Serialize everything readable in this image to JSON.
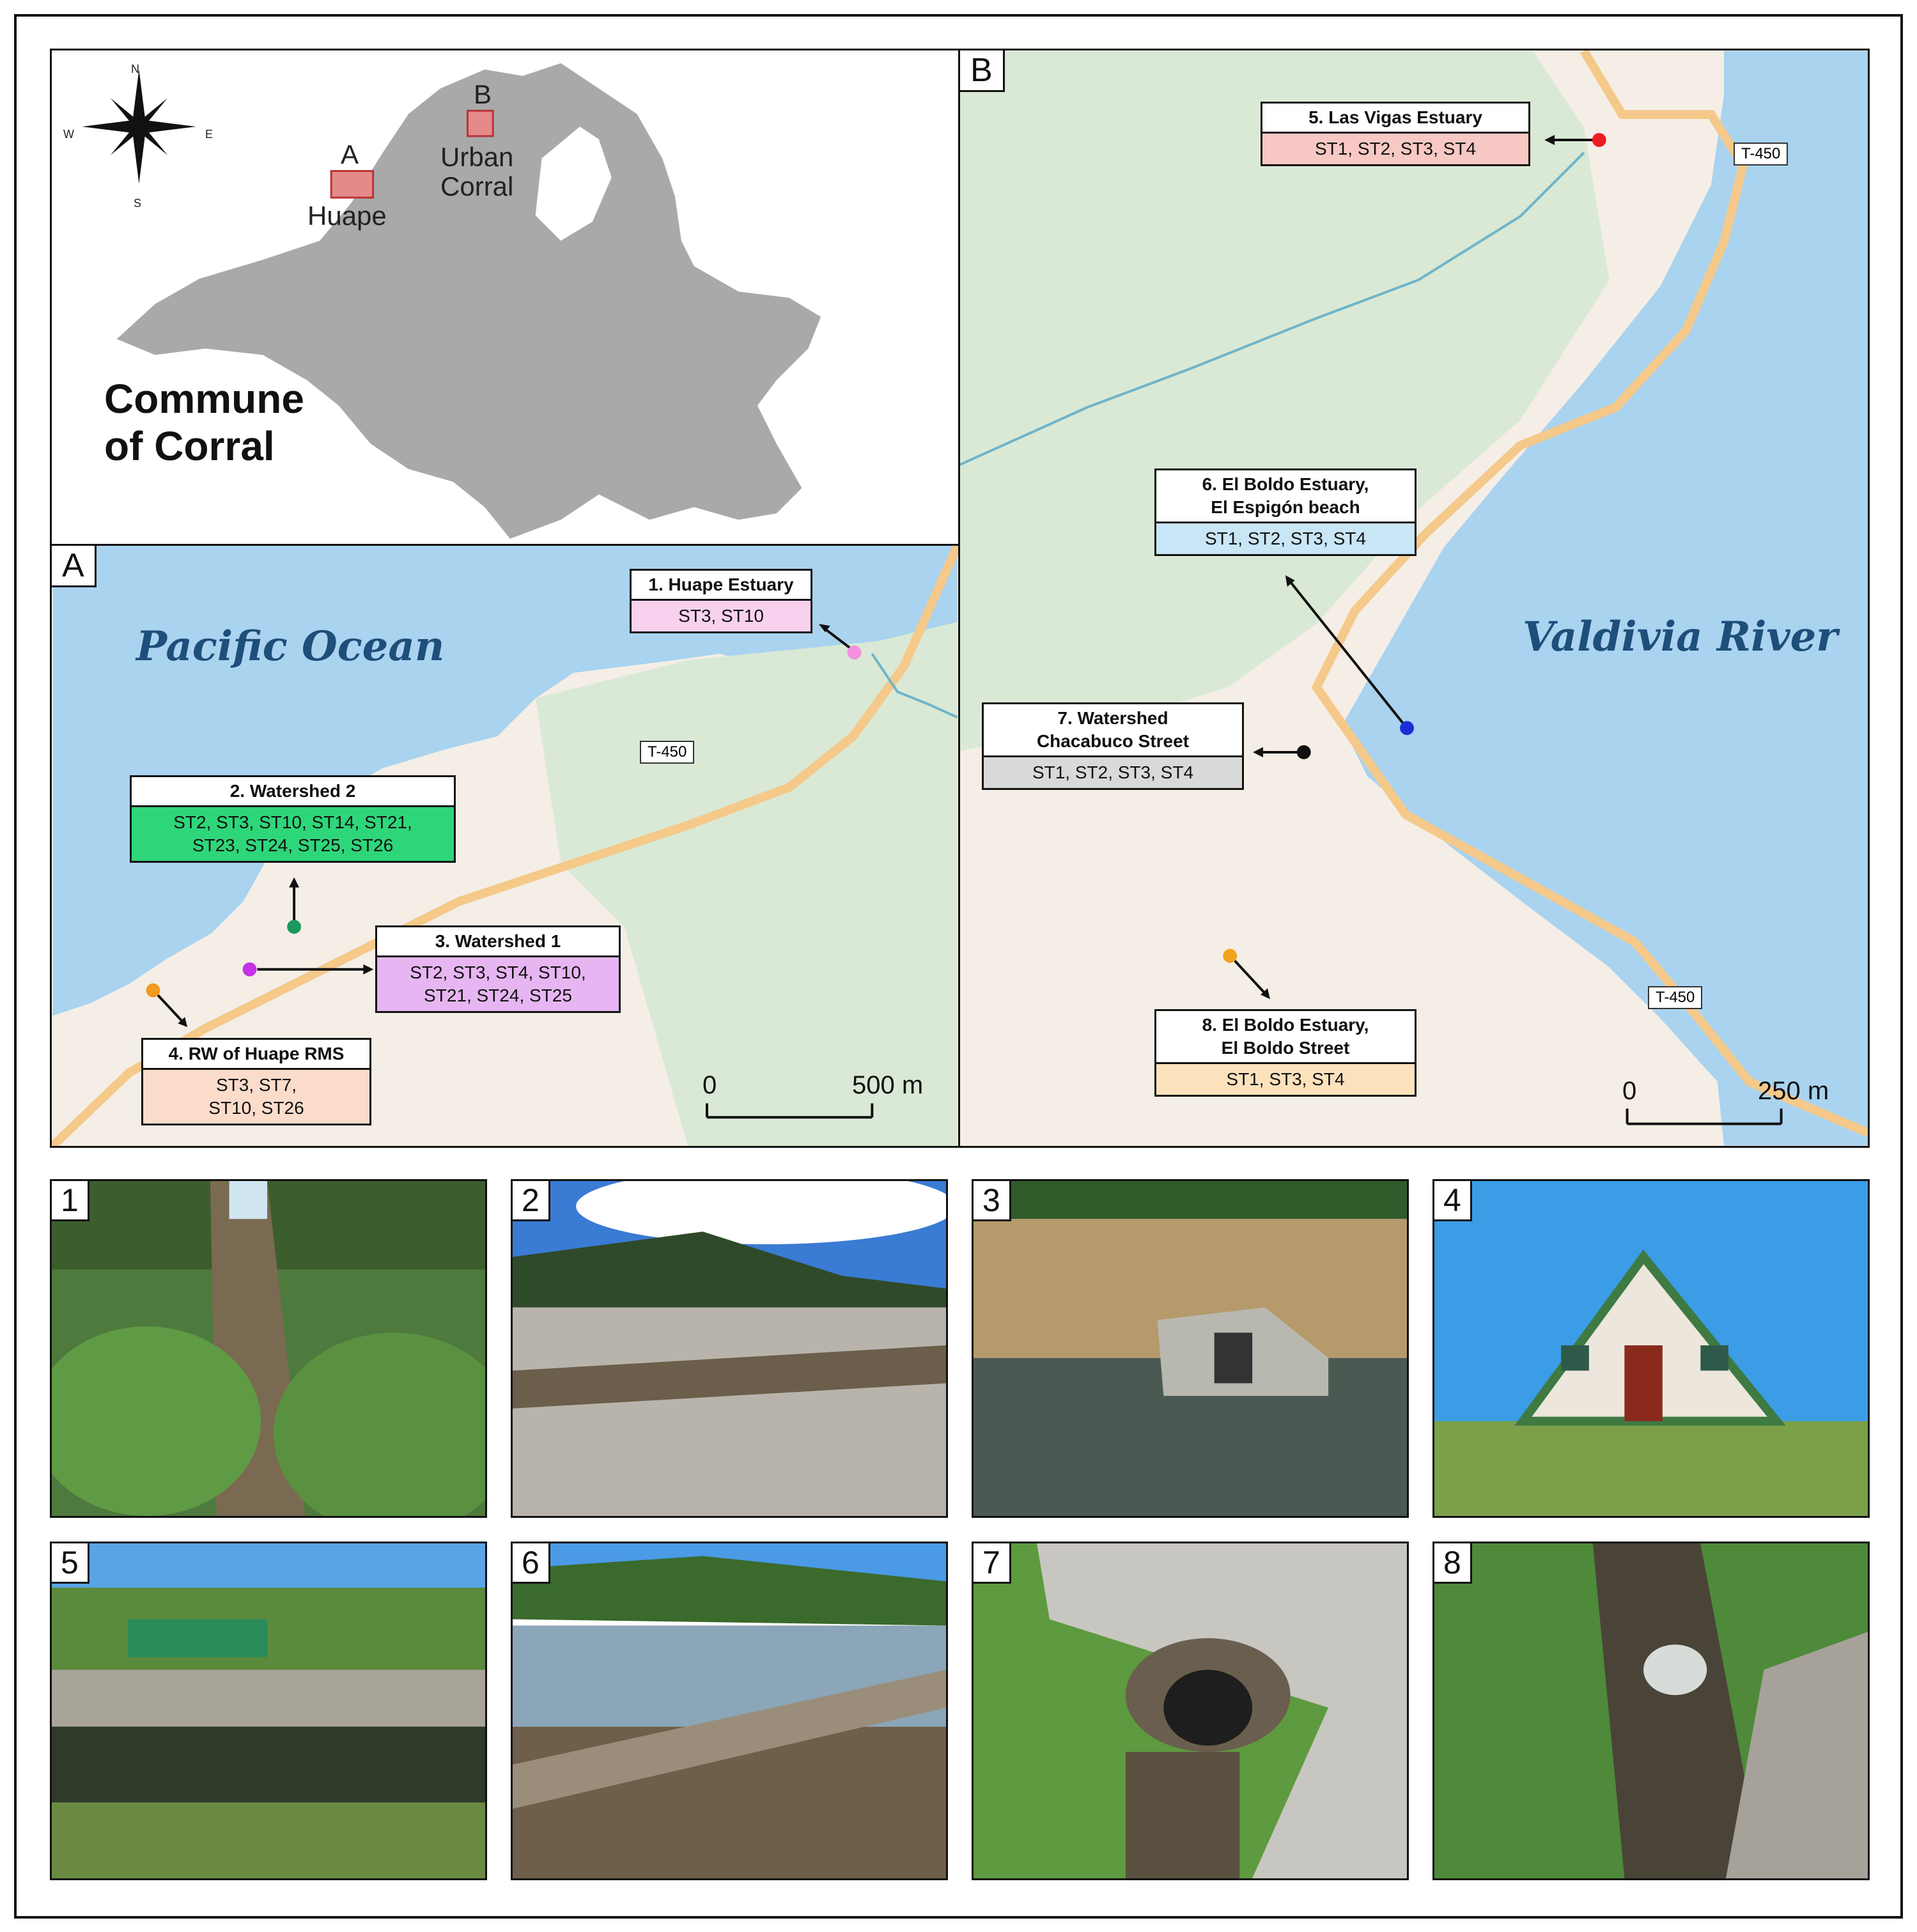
{
  "overview": {
    "title": "Commune\nof Corral",
    "compass": {
      "n": "N",
      "s": "S",
      "e": "E",
      "w": "W"
    },
    "locations": [
      {
        "key": "A",
        "name": "Huape"
      },
      {
        "key": "B",
        "name": "Urban\nCorral"
      }
    ]
  },
  "panel_a": {
    "tag": "A",
    "water_label": "Pacific Ocean",
    "road": "T-450",
    "scale": {
      "zero": "0",
      "end": "500 m"
    },
    "sites": [
      {
        "title": "1. Huape Estuary",
        "stations": "ST3, ST10",
        "color": "#f8d1ee",
        "dot": "#f58fe0"
      },
      {
        "title": "2. Watershed 2",
        "stations": "ST2, ST3, ST10, ST14, ST21,\nST23, ST24, ST25, ST26",
        "color": "#2ed67a",
        "dot": "#1b9a5e"
      },
      {
        "title": "3. Watershed 1",
        "stations": "ST2, ST3, ST4, ST10,\nST21, ST24, ST25",
        "color": "#e7b6f2",
        "dot": "#c433e6"
      },
      {
        "title": "4. RW of Huape RMS",
        "stations": "ST3, ST7,\nST10, ST26",
        "color": "#fbdccb",
        "dot": "#f29a1f"
      }
    ]
  },
  "panel_b": {
    "tag": "B",
    "water_label": "Valdivia River",
    "road": "T-450",
    "scale": {
      "zero": "0",
      "end": "250 m"
    },
    "sites": [
      {
        "title": "5. Las Vigas Estuary",
        "stations": "ST1, ST2, ST3, ST4",
        "color": "#f7c8c4",
        "dot": "#ec1c24"
      },
      {
        "title": "6. El Boldo Estuary,\nEl Espigón beach",
        "stations": "ST1, ST2, ST3, ST4",
        "color": "#c9e6f7",
        "dot": "#1a2fd8"
      },
      {
        "title": "7. Watershed\nChacabuco Street",
        "stations": "ST1, ST2, ST3, ST4",
        "color": "#d9d9d9",
        "dot": "#111111"
      },
      {
        "title": "8. El Boldo Estuary,\nEl Boldo Street",
        "stations": "ST1, ST3, ST4",
        "color": "#fbe2bd",
        "dot": "#f2a21f"
      }
    ]
  },
  "photos": [
    "1",
    "2",
    "3",
    "4",
    "5",
    "6",
    "7",
    "8"
  ],
  "colors": {
    "sea": "#a9d3ef",
    "land": "#f4eee6",
    "forest": "#d9e9d5",
    "road": "#f5c98a",
    "overview_land": "#a8a8a8"
  }
}
